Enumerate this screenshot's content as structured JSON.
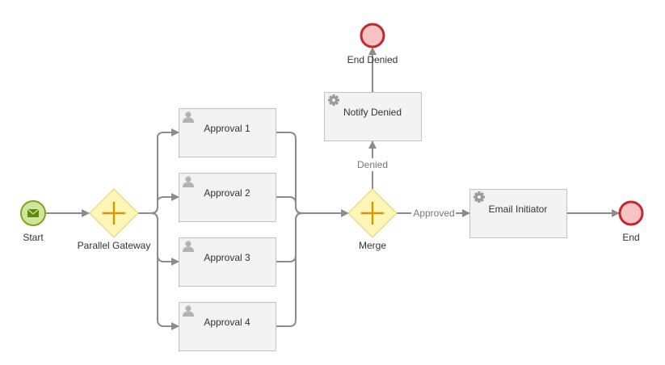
{
  "diagram": {
    "start": {
      "label": "Start",
      "icon": "envelope-icon"
    },
    "parallel_gateway": {
      "label": "Parallel Gateway",
      "icon": "plus-icon"
    },
    "approvals": [
      {
        "label": "Approval 1",
        "icon": "user-icon"
      },
      {
        "label": "Approval 2",
        "icon": "user-icon"
      },
      {
        "label": "Approval 3",
        "icon": "user-icon"
      },
      {
        "label": "Approval 4",
        "icon": "user-icon"
      }
    ],
    "merge": {
      "label": "Merge",
      "icon": "plus-icon"
    },
    "notify_denied": {
      "label": "Notify Denied",
      "icon": "gear-icon"
    },
    "end_denied": {
      "label": "End Denied"
    },
    "email_initiator": {
      "label": "Email Initiator",
      "icon": "gear-icon"
    },
    "end": {
      "label": "End"
    },
    "flows": {
      "denied": "Denied",
      "approved": "Approved"
    }
  },
  "colors": {
    "start_fill": "#cfe59a",
    "start_stroke": "#7ea51c",
    "end_fill": "#f7c3c3",
    "end_stroke": "#c0292e",
    "gateway_fill": "#fdf6b7",
    "gateway_mark": "#d19b00",
    "task_fill": "#f3f3f3",
    "flow": "#8c8c8c"
  }
}
